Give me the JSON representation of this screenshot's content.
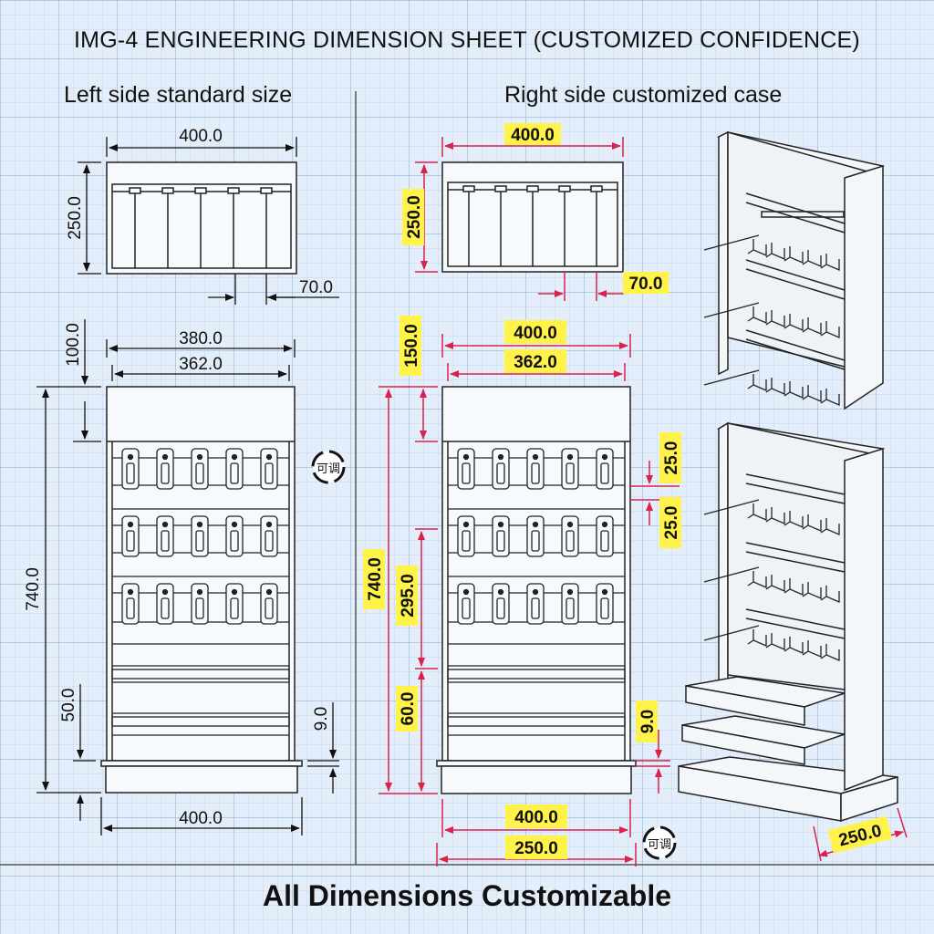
{
  "title": "IMG-4 ENGINEERING DIMENSION SHEET (CUSTOMIZED CONFIDENCE)",
  "left_heading": "Left side standard size",
  "right_heading": "Right side customized case",
  "footer": "All Dimensions Customizable",
  "adjust_badge": "可调",
  "colors": {
    "red_dimension": "#d9224b",
    "highlight": "#fff34a",
    "line": "#222222"
  },
  "left": {
    "top_width": "400.0",
    "top_height": "250.0",
    "top_gap": "70.0",
    "header_height": "100.0",
    "outer_width": "380.0",
    "inner_width": "362.0",
    "total_height": "740.0",
    "base_height": "50.0",
    "base_plinth": "9.0",
    "base_width": "400.0"
  },
  "right": {
    "top_width": "400.0",
    "top_height": "250.0",
    "top_gap": "70.0",
    "header_height": "150.0",
    "outer_width": "400.0",
    "inner_width": "362.0",
    "total_height": "740.0",
    "hook_spacing_a": "25.0",
    "hook_spacing_b": "25.0",
    "hook_zone_height": "295.0",
    "shelf_height": "60.0",
    "base_plinth": "9.0",
    "base_width": "400.0",
    "base_depth": "250.0",
    "iso_depth": "250.0"
  }
}
